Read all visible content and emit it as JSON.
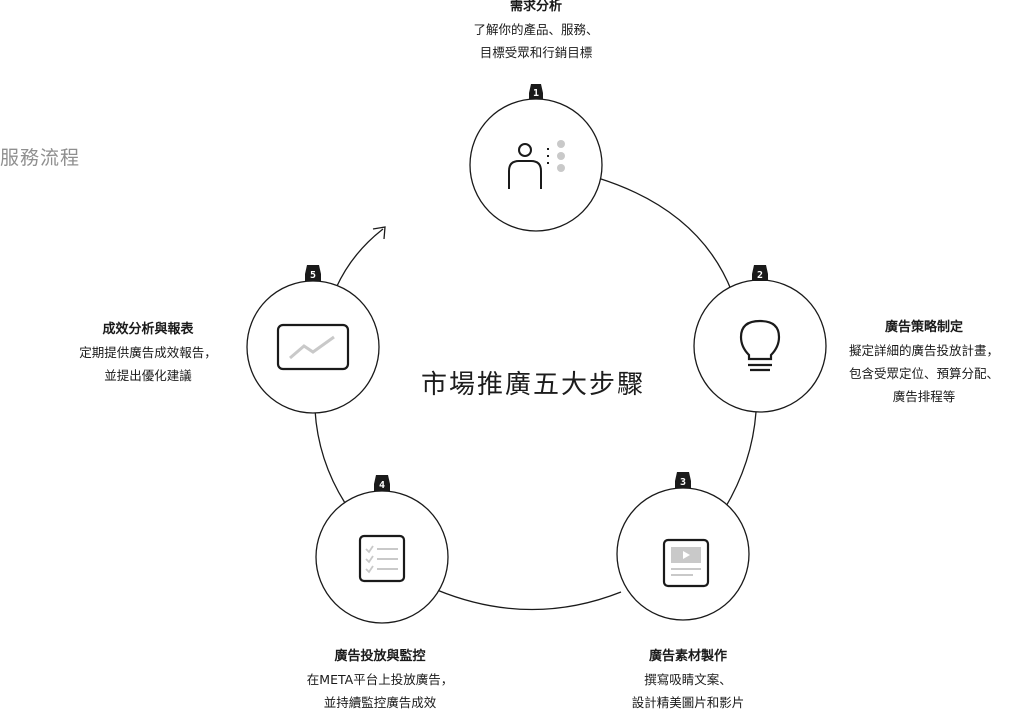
{
  "section_label": "服務流程",
  "center_title": "市場推廣五大步驟",
  "steps": [
    {
      "number": "1",
      "title": "需求分析",
      "lines": [
        "了解你的產品、服務、",
        "目標受眾和行銷目標"
      ],
      "icon": "person-broadcast-icon"
    },
    {
      "number": "2",
      "title": "廣告策略制定",
      "lines": [
        "擬定詳細的廣告投放計畫，",
        "包含受眾定位、預算分配、",
        "廣告排程等"
      ],
      "icon": "lightbulb-icon"
    },
    {
      "number": "3",
      "title": "廣告素材製作",
      "lines": [
        "撰寫吸睛文案、",
        "設計精美圖片和影片"
      ],
      "icon": "video-card-icon"
    },
    {
      "number": "4",
      "title": "廣告投放與監控",
      "lines": [
        "在META平台上投放廣告，",
        "並持續監控廣告成效"
      ],
      "icon": "checklist-icon"
    },
    {
      "number": "5",
      "title": "成效分析與報表",
      "lines": [
        "定期提供廣告成效報告，",
        "並提出優化建議"
      ],
      "icon": "trend-chart-icon"
    }
  ],
  "colors": {
    "stroke": "#1a1a1a",
    "muted": "#8f8f8f",
    "icon_gray": "#c9c9c9",
    "background": "#ffffff"
  }
}
